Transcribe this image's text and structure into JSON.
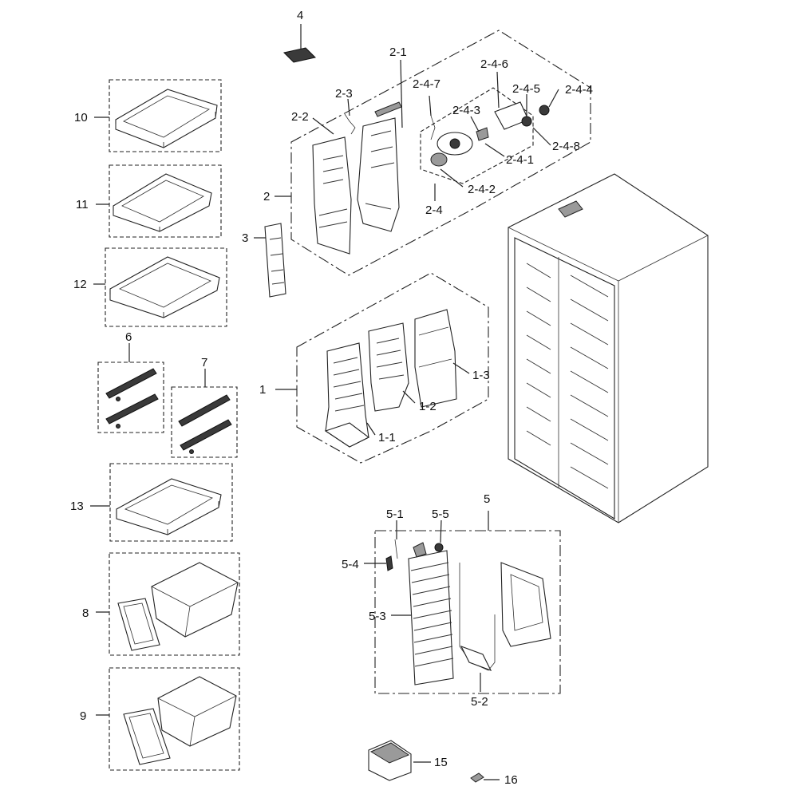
{
  "diagram": {
    "callouts": {
      "p1": "1",
      "p1_1": "1-1",
      "p1_2": "1-2",
      "p1_3": "1-3",
      "p2": "2",
      "p2_1": "2-1",
      "p2_2": "2-2",
      "p2_3": "2-3",
      "p2_4": "2-4",
      "p2_4_1": "2-4-1",
      "p2_4_2": "2-4-2",
      "p2_4_3": "2-4-3",
      "p2_4_4": "2-4-4",
      "p2_4_5": "2-4-5",
      "p2_4_6": "2-4-6",
      "p2_4_7": "2-4-7",
      "p2_4_8": "2-4-8",
      "p3": "3",
      "p4": "4",
      "p5": "5",
      "p5_1": "5-1",
      "p5_2": "5-2",
      "p5_3": "5-3",
      "p5_4": "5-4",
      "p5_5": "5-5",
      "p6": "6",
      "p7": "7",
      "p8": "8",
      "p9": "9",
      "p10": "10",
      "p11": "11",
      "p12": "12",
      "p13": "13",
      "p15": "15",
      "p16": "16"
    }
  }
}
